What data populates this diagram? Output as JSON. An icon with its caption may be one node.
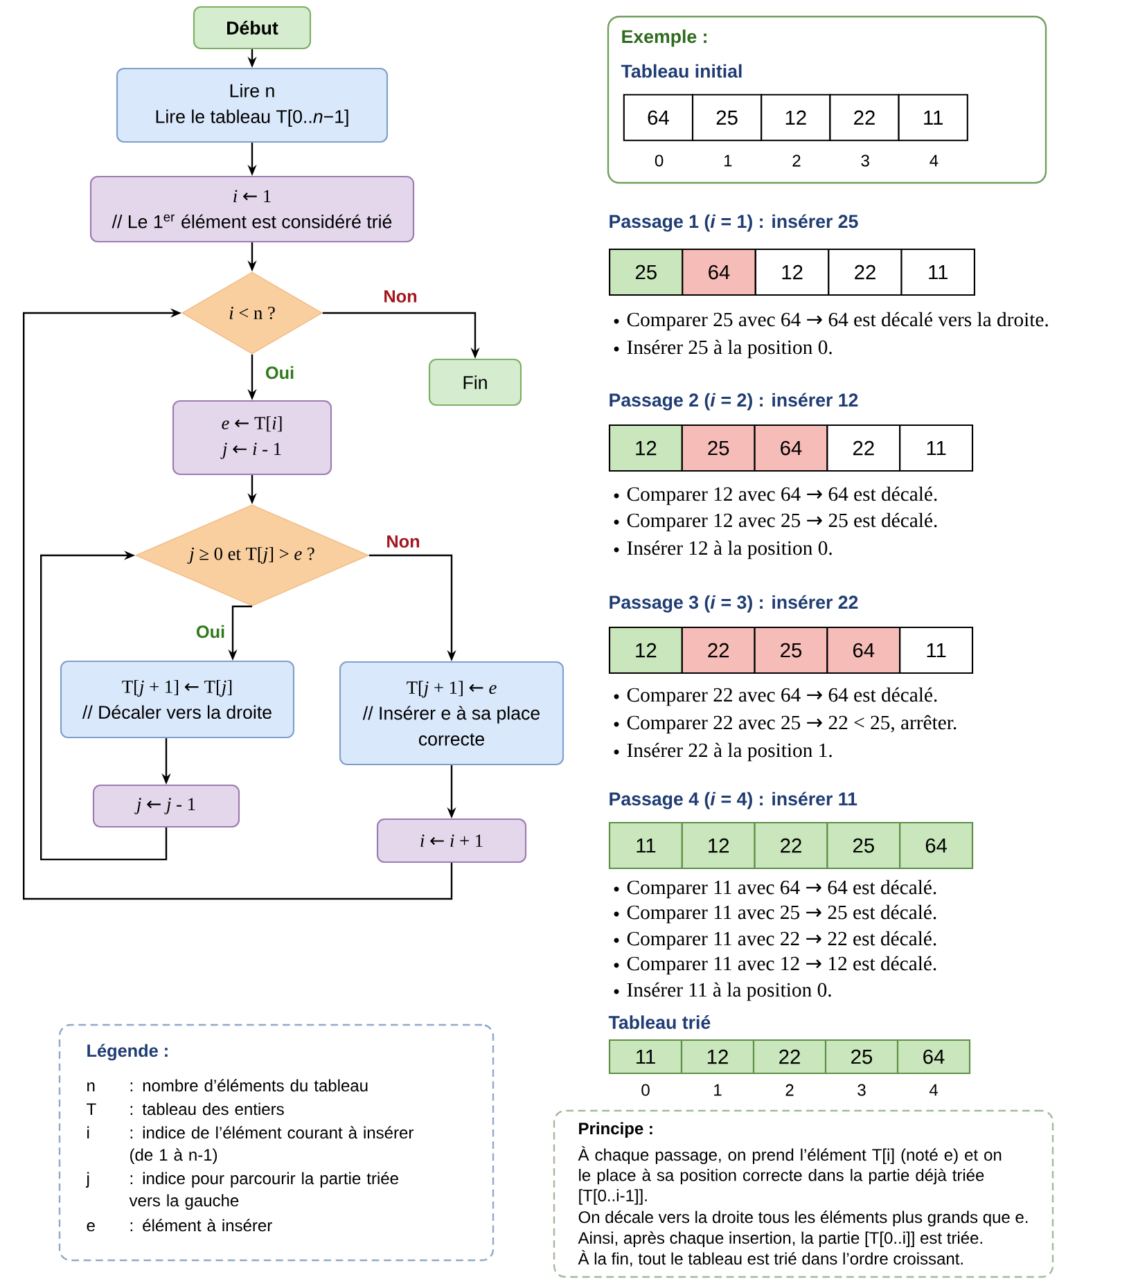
{
  "diagram": {
    "nodes": [
      {
        "text": [
          "Début"
        ]
      },
      {
        "text": [
          "Lire n",
          "Lire le tableau T[0..*n*−1]"
        ]
      },
      {
        "text": [
          "*i* ← 1",
          "// Le 1$^{er}$ élément est considéré trié"
        ]
      },
      {
        "text": [
          "*i* < n ?"
        ]
      },
      {
        "text": [
          "Fin"
        ]
      },
      {
        "text": [
          "*e* ← T[*i*]",
          "*j* ← *i* - 1"
        ]
      },
      {
        "text": [
          "*j* ≥ 0 et T[*j*] > *e* ?"
        ]
      },
      {
        "text": [
          "T[*j* + 1] ← T[*j*]",
          "// Décaler vers la droite"
        ]
      },
      {
        "text": [
          "T[*j* + 1] ← *e*",
          "// Insérer e à sa place correcte"
        ]
      },
      {
        "text": [
          "*j* ← *j* - 1"
        ]
      },
      {
        "text": [
          "*i* ← *i* + 1"
        ]
      },
      {
        "text": [
          "Légende :",
          "n",
          ": nombre d’éléments du tableau",
          "T",
          ": tableau des entiers",
          "i",
          ": indice de l’élément courant à insérer (de 1 à n-1)",
          "j",
          ": indice pour parcourir la partie triée vers la gauche",
          "e",
          ": élément à insérer"
        ]
      },
      {
        "text": [
          "Exemple :",
          "Tableau initial"
        ]
      },
      {
        "text": [
          "64"
        ],
        "in": 12
      },
      {
        "text": [
          "25"
        ],
        "in": 12
      },
      {
        "text": [
          "12"
        ],
        "in": 12
      },
      {
        "text": [
          "22"
        ],
        "in": 12
      },
      {
        "text": [
          "11"
        ],
        "in": 12
      },
      {
        "text": [
          "25"
        ]
      },
      {
        "text": [
          "64"
        ]
      },
      {
        "text": [
          "12"
        ]
      },
      {
        "text": [
          "22"
        ]
      },
      {
        "text": [
          "11"
        ]
      },
      {
        "text": [
          "12"
        ]
      },
      {
        "text": [
          "25"
        ]
      },
      {
        "text": [
          "64"
        ]
      },
      {
        "text": [
          "22"
        ]
      },
      {
        "text": [
          "11"
        ]
      },
      {
        "text": [
          "12"
        ]
      },
      {
        "text": [
          "22"
        ]
      },
      {
        "text": [
          "25"
        ]
      },
      {
        "text": [
          "64"
        ]
      },
      {
        "text": [
          "11"
        ]
      },
      {
        "text": [
          "11"
        ]
      },
      {
        "text": [
          "12"
        ]
      },
      {
        "text": [
          "22"
        ]
      },
      {
        "text": [
          "25"
        ]
      },
      {
        "text": [
          "64"
        ]
      },
      {
        "text": [
          "11"
        ]
      },
      {
        "text": [
          "12"
        ]
      },
      {
        "text": [
          "22"
        ]
      },
      {
        "text": [
          "25"
        ]
      },
      {
        "text": [
          "64"
        ]
      },
      {
        "text": [
          "Principe :",
          "À chaque passage, on prend l’élément T[i] (noté e) et on le place à sa position correcte dans la partie déjà triée [T[0..i-1]].",
          "On décale vers la droite tous les éléments plus grands que e.",
          "Ainsi, après chaque insertion, la partie [T[0..i]] est triée.",
          "À la fin, tout le tableau est trié dans l’ordre croissant."
        ]
      }
    ],
    "edges": [
      {
        "from": 0,
        "to": 1,
        "arrow": "to"
      },
      {
        "from": 1,
        "to": 2,
        "arrow": "to"
      },
      {
        "from": 2,
        "to": 3,
        "arrow": "to"
      },
      {
        "from": 3,
        "to": 4,
        "arrow": "to",
        "label": "Non"
      },
      {
        "from": 3,
        "to": 5,
        "arrow": "to",
        "label": "Oui"
      },
      {
        "from": 5,
        "to": 6,
        "arrow": "to"
      },
      {
        "from": 6,
        "to": 7,
        "arrow": "to",
        "label": "Oui"
      },
      {
        "from": 6,
        "to": 8,
        "arrow": "to",
        "label": "Non"
      },
      {
        "from": 7,
        "to": 9,
        "arrow": "to"
      },
      {
        "from": 9,
        "to": 6,
        "arrow": "to"
      },
      {
        "from": 8,
        "to": 10,
        "arrow": "to"
      },
      {
        "from": 10,
        "to": 3,
        "arrow": "to"
      }
    ],
    "labels": [
      "0",
      "1",
      "2",
      "3",
      "4",
      "Passage 1 (*i* = 1) : insérer 25",
      "Comparer 25 avec 64 → 64 est décalé vers la droite.",
      "Insérer 25 à la position 0.",
      "Passage 2 (*i* = 2) : insérer 12",
      "Comparer 12 avec 64 → 64 est décalé.",
      "Comparer 12 avec 25 → 25 est décalé.",
      "Insérer 12 à la position 0.",
      "Passage 3 (*i* = 3) : insérer 22",
      "Comparer 22 avec 64 → 64 est décalé.",
      "Comparer 22 avec 25 → 22 < 25, arrêter.",
      "Insérer 22 à la position 1.",
      "Passage 4 (*i* = 4) : insérer 11",
      "Comparer 11 avec 64 → 64 est décalé.",
      "Comparer 11 avec 25 → 25 est décalé.",
      "Comparer 11 avec 22 → 22 est décalé.",
      "Comparer 11 avec 12 → 12 est décalé.",
      "Insérer 11 à la position 0.",
      "Tableau trié",
      "0",
      "1",
      "2",
      "3",
      "4"
    ]
  }
}
